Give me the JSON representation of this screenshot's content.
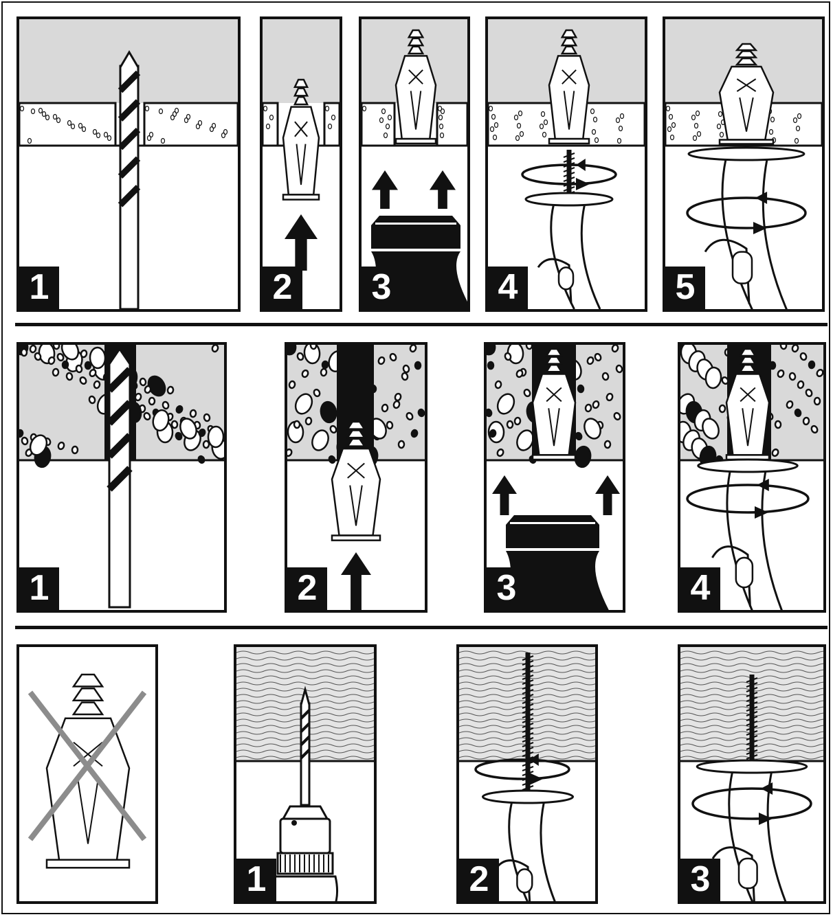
{
  "colors": {
    "ink": "#111111",
    "wall_gray": "#d9d9d9",
    "cross_gray": "#8c8c8c"
  },
  "rows": [
    {
      "material": "drywall",
      "steps": [
        {
          "label": "1",
          "icon": "drill-bit-icon"
        },
        {
          "label": "2",
          "icon": "insert-anchor-icon"
        },
        {
          "label": "3",
          "icon": "tap-anchor-icon"
        },
        {
          "label": "4",
          "icon": "drive-screw-icon"
        },
        {
          "label": "5",
          "icon": "tighten-screw-icon"
        }
      ]
    },
    {
      "material": "concrete",
      "steps": [
        {
          "label": "1",
          "icon": "drill-bit-icon"
        },
        {
          "label": "2",
          "icon": "insert-anchor-icon"
        },
        {
          "label": "3",
          "icon": "tap-anchor-icon"
        },
        {
          "label": "4",
          "icon": "tighten-screw-icon"
        }
      ]
    },
    {
      "material": "wood",
      "no_anchor_icon": "crossed-out-anchor-icon",
      "steps": [
        {
          "label": "1",
          "icon": "power-drill-icon"
        },
        {
          "label": "2",
          "icon": "drive-screw-icon"
        },
        {
          "label": "3",
          "icon": "tighten-screw-icon"
        }
      ]
    }
  ]
}
